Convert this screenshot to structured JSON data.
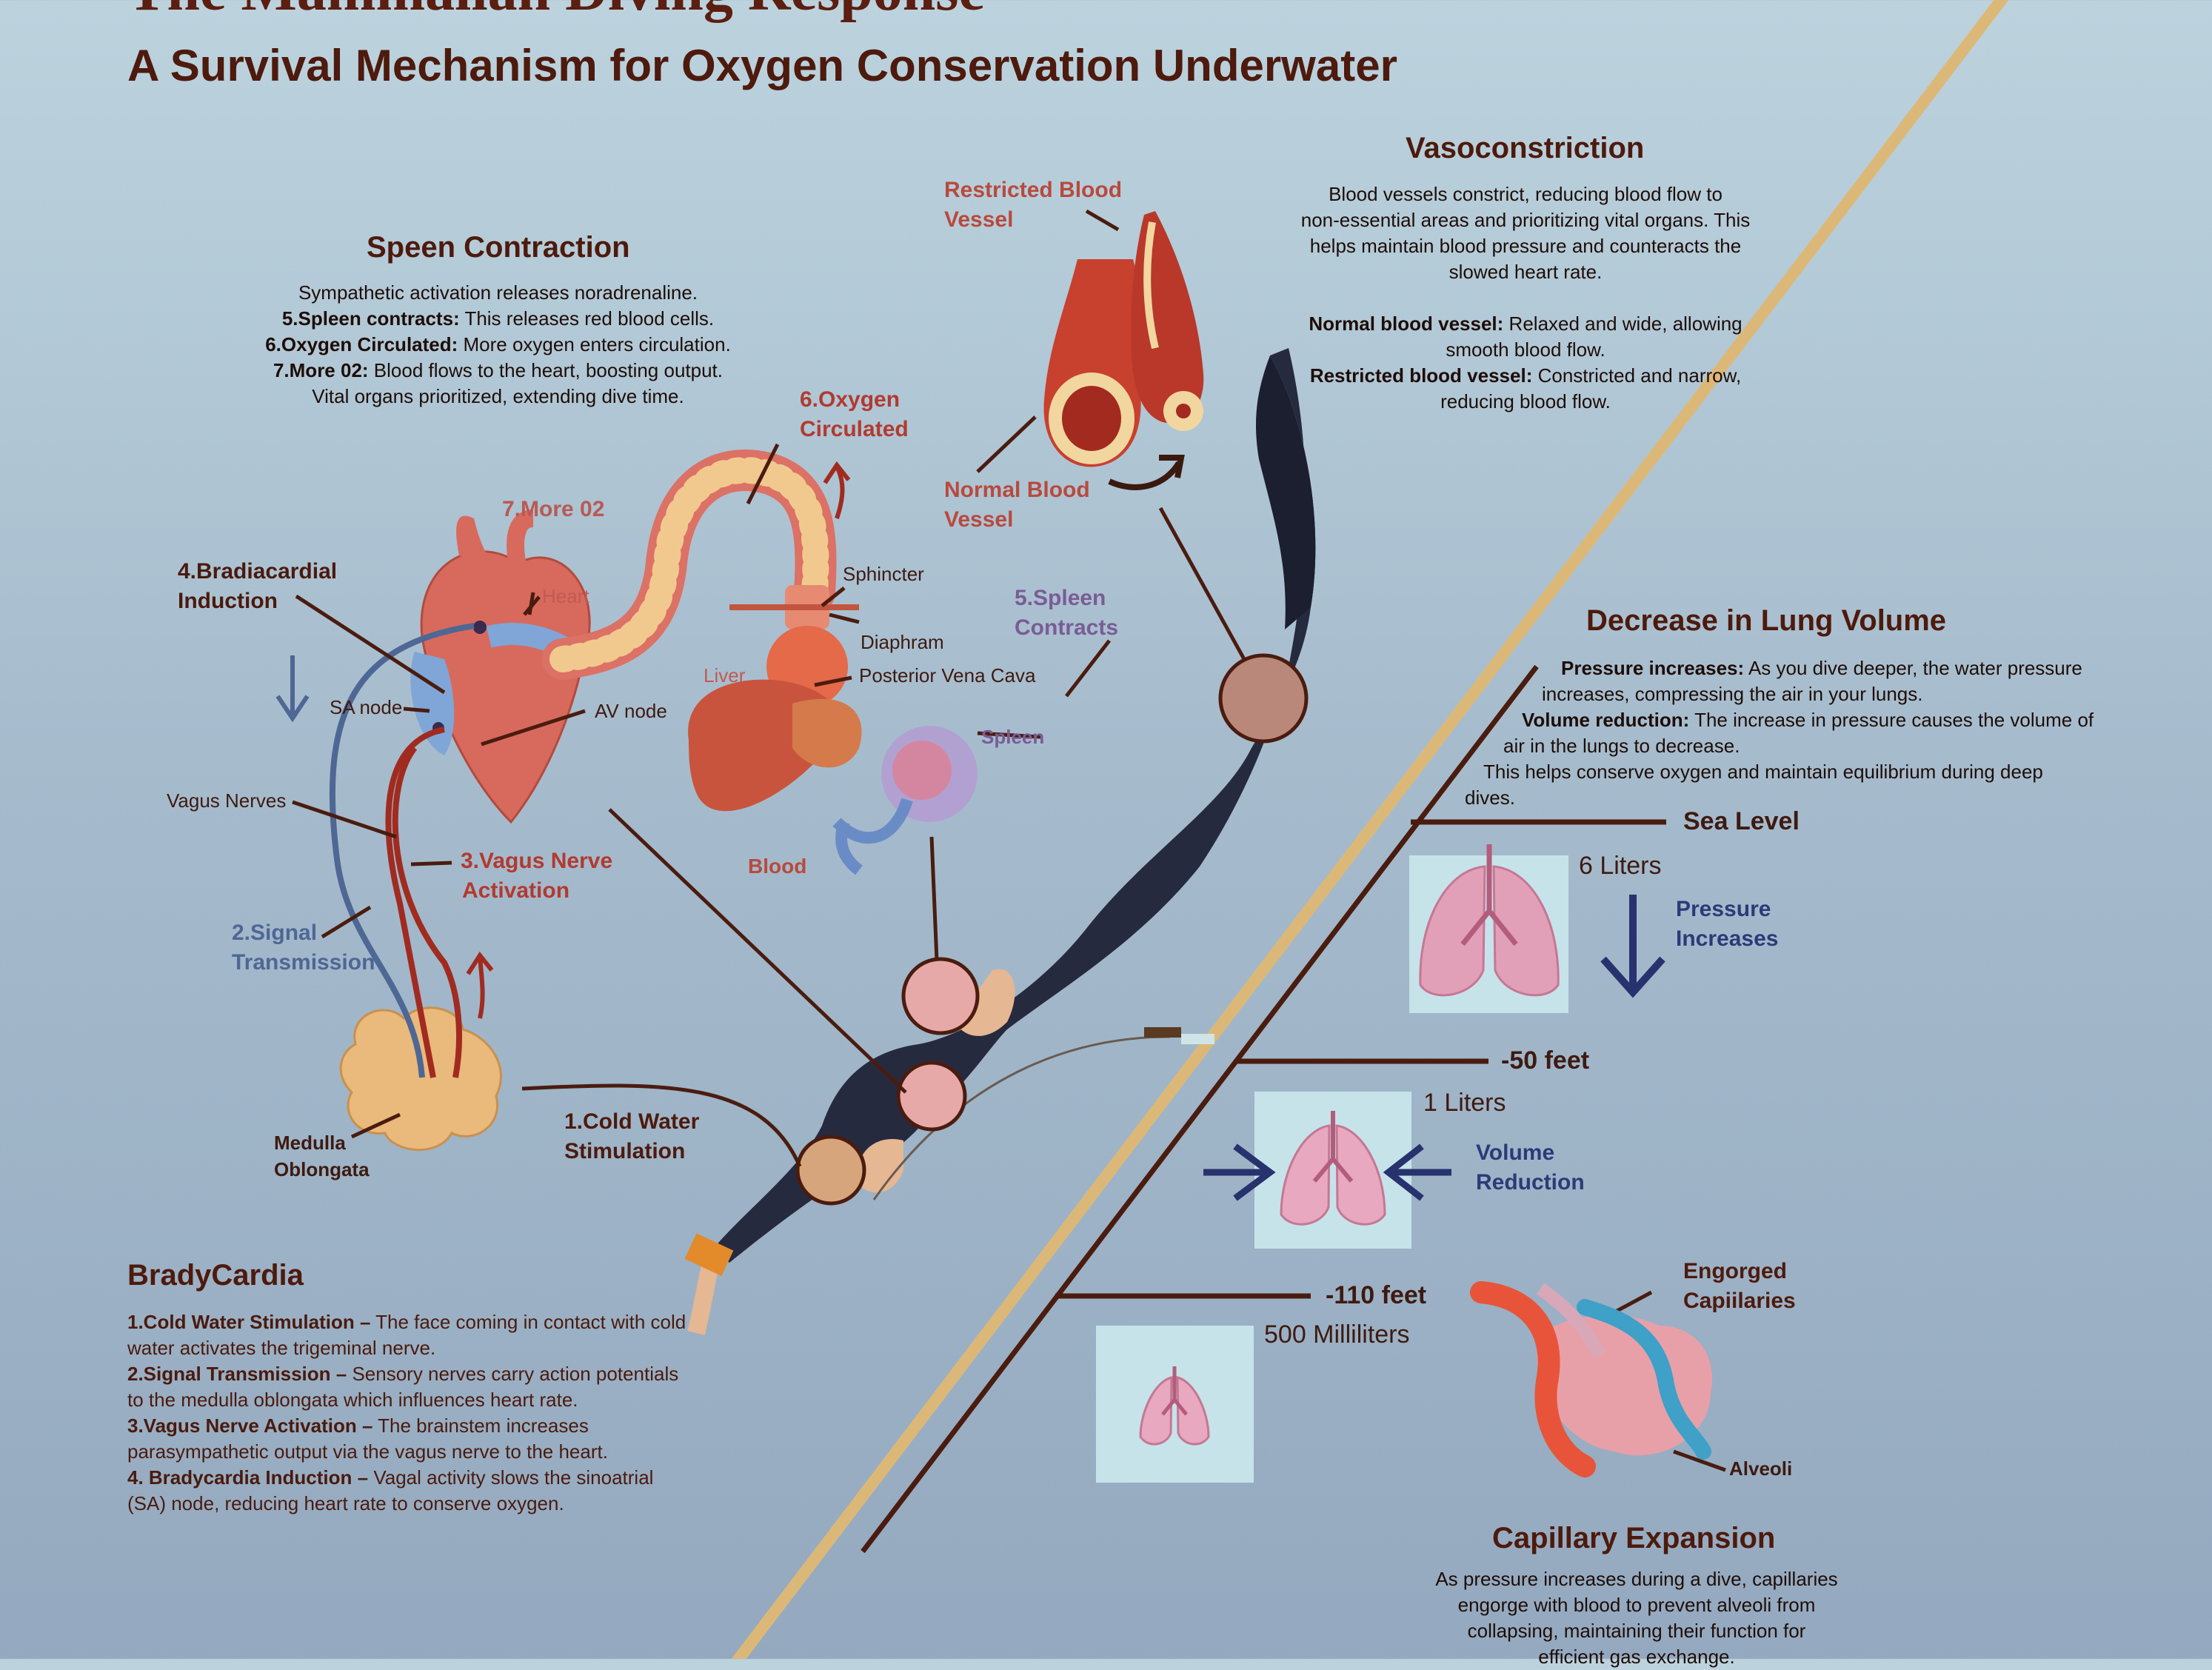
{
  "title": "The Mammalian Diving Response",
  "subtitle": "A Survival Mechanism for Oxygen Conservation Underwater",
  "spleen_section": {
    "heading": "Speen Contraction",
    "line1": "Sympathetic activation releases noradrenaline.",
    "line2_bold": "5.Spleen contracts:",
    "line2_text": " This releases red blood cells.",
    "line3_bold": "6.Oxygen Circulated:",
    "line3_text": " More oxygen enters circulation.",
    "line4_bold": "7.More 02:",
    "line4_text": " Blood flows to the heart, boosting output.",
    "line5": "Vital organs prioritized, extending dive time."
  },
  "vasoconstriction": {
    "heading": "Vasoconstriction",
    "para1_l1": "Blood vessels constrict, reducing blood flow to",
    "para1_l2": "non-essential areas and prioritizing vital organs. This",
    "para1_l3": "helps maintain blood pressure and counteracts the",
    "para1_l4": "slowed heart rate.",
    "normal_bold": "Normal blood vessel:",
    "normal_text": " Relaxed and wide, allowing",
    "normal_text2": "smooth blood flow.",
    "restricted_bold": "Restricted blood vessel:",
    "restricted_text": " Constricted and narrow,",
    "restricted_text2": "reducing blood flow."
  },
  "lung_volume": {
    "heading": "Decrease in Lung Volume",
    "pressure_bold": "Pressure increases:",
    "pressure_text": " As you dive deeper, the water pressure",
    "pressure_text2": "increases, compressing the air in your lungs.",
    "volume_bold": "Volume reduction:",
    "volume_text": " The increase in pressure causes the volume of",
    "volume_text2": "air in the lungs to decrease.",
    "conserve_l1": "This helps conserve oxygen and  maintain equilibrium during deep",
    "conserve_l2": "dives."
  },
  "depths": {
    "sea_level": "Sea Level",
    "d50": "-50 feet",
    "d110": "-110  feet",
    "v1": "6 Liters",
    "v2": "1 Liters",
    "v3": "500 Milliliters",
    "pressure_l1": "Pressure",
    "pressure_l2": "Increases",
    "volume_l1": "Volume",
    "volume_l2": "Reduction"
  },
  "capillary": {
    "heading": "Capillary Expansion",
    "engorged_l1": "Engorged",
    "engorged_l2": "Capiilaries",
    "alveoli": "Alveoli",
    "text_l1": "As pressure increases during a dive, capillaries",
    "text_l2": "engorge with blood to prevent alveoli from",
    "text_l3": "collapsing, maintaining their function for",
    "text_l4": "efficient gas exchange."
  },
  "bradycardia": {
    "heading": "BradyCardia",
    "s1_bold": "1.Cold Water Stimulation –",
    "s1_text": " The face coming in contact with cold",
    "s1_text2": "water activates the trigeminal nerve.",
    "s2_bold": "2.Signal Transmission –",
    "s2_text": " Sensory nerves carry action potentials",
    "s2_text2": "to the medulla oblongata which influences heart rate.",
    "s3_bold": "3.Vagus Nerve Activation –",
    "s3_text": " The brainstem increases",
    "s3_text2": "parasympathetic output via the vagus nerve to  the heart.",
    "s4_bold": "4. Bradycardia Induction –",
    "s4_text": " Vagal activity slows the sinoatrial",
    "s4_text2": "(SA) node, reducing heart rate to conserve oxygen."
  },
  "labels": {
    "restricted_l1": "Restricted Blood",
    "restricted_l2": "Vessel",
    "normal_l1": "Normal Blood",
    "normal_l2": "Vessel",
    "oxygen_l1": "6.Oxygen",
    "oxygen_l2": "Circulated",
    "more02": "7.More 02",
    "heart": "Heart",
    "brady_l1": "4.Bradiacardial",
    "brady_l2": "Induction",
    "sa_node": "SA node",
    "av_node": "AV  node",
    "vagus_nerves": "Vagus Nerves",
    "vagus_act_l1": "3.Vagus Nerve",
    "vagus_act_l2": "Activation",
    "signal_l1": "2.Signal",
    "signal_l2": "Transmission",
    "medulla_l1": "Medulla",
    "medulla_l2": "Oblongata",
    "cold_l1": "1.Cold Water",
    "cold_l2": "Stimulation",
    "sphincter": "Sphincter",
    "diaphram": "Diaphram",
    "posterior": "Posterior Vena Cava",
    "liver": "Liver",
    "blood": "Blood",
    "spleen_c_l1": "5.Spleen",
    "spleen_c_l2": "Contracts",
    "spleen": "Spleen"
  },
  "colors": {
    "heading": "#4d1a0d",
    "accent_red": "#b23a30",
    "nerve_blue": "#4e6794",
    "navy": "#2d3a78",
    "diver_suit": "#262a3e",
    "rope": "#dcb878"
  }
}
